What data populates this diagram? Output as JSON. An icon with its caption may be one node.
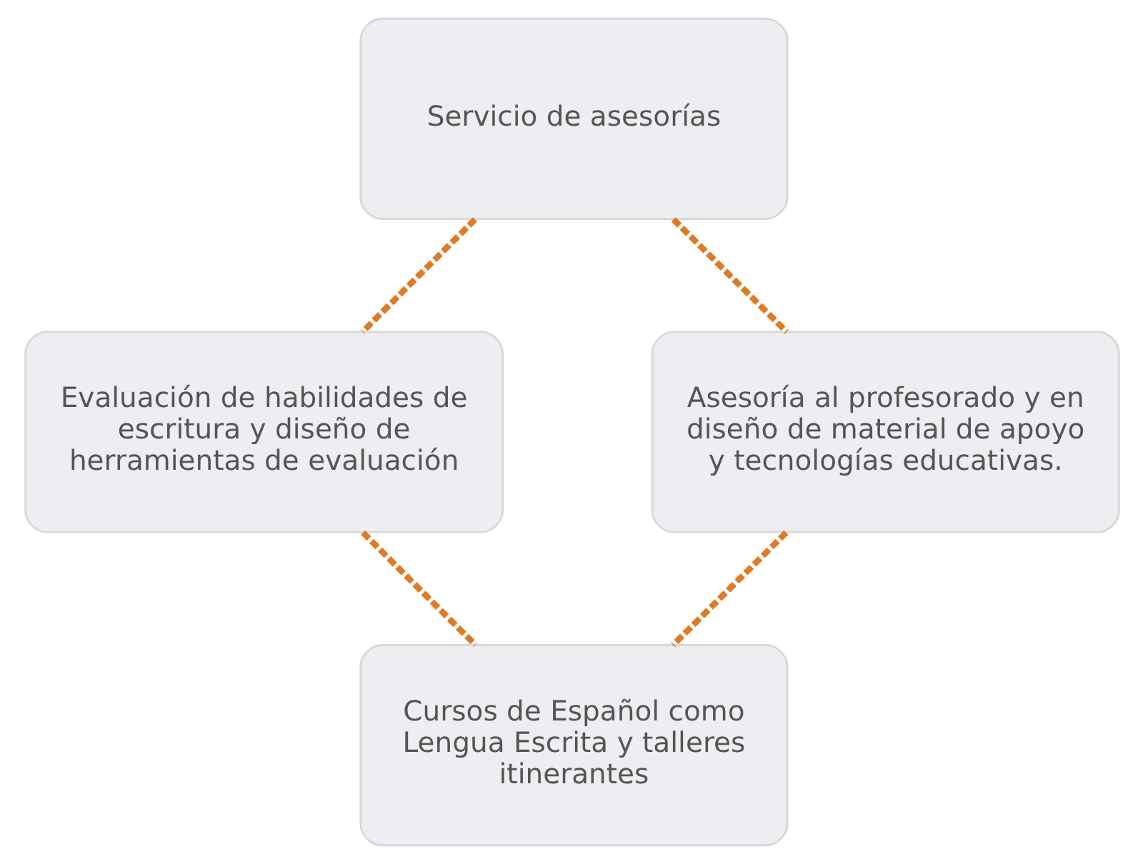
{
  "diagram": {
    "nodes": [
      {
        "text": [
          "Servicio de asesorías"
        ]
      },
      {
        "text": [
          "Evaluación de habilidades de escritura y diseño de herramientas de evaluación"
        ]
      },
      {
        "text": [
          "Asesoría al profesorado y en diseño de material de apoyo y tecnologías educativas."
        ]
      },
      {
        "text": [
          "Cursos de Español como Lengua Escrita y talleres itinerantes"
        ]
      }
    ],
    "edges": [
      {
        "from": 0,
        "to": 1,
        "arrow": "none",
        "style": "dashed"
      },
      {
        "from": 0,
        "to": 2,
        "arrow": "none",
        "style": "dashed"
      },
      {
        "from": 1,
        "to": 3,
        "arrow": "none",
        "style": "dashed"
      },
      {
        "from": 2,
        "to": 3,
        "arrow": "none",
        "style": "dashed"
      }
    ]
  }
}
